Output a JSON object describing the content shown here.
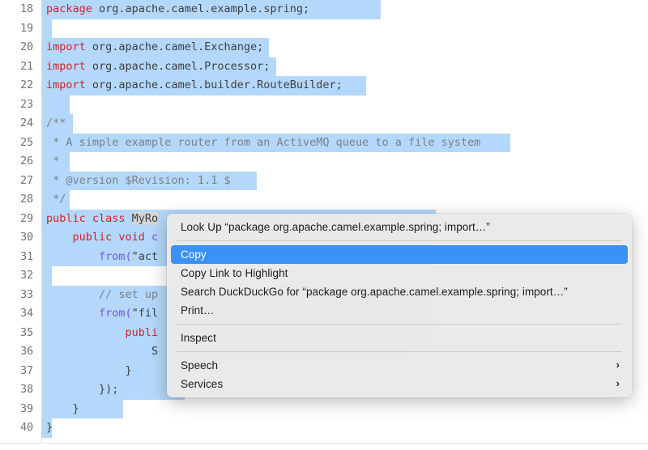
{
  "editor": {
    "name": "code-viewer",
    "language": "java",
    "first_line_number": 18,
    "colors": {
      "selection": "#b4d8fb",
      "keyword": "#d2222a",
      "identifier": "#3c3f43",
      "comment": "#7a7f85",
      "function": "#7c4dff",
      "link_highlight_bg": "#d6d6d6",
      "gutter_text": "#6f7479",
      "background": "#ffffff"
    },
    "lines": [
      {
        "number": "18",
        "sel_width": 418,
        "tokens": [
          {
            "t": "package ",
            "c": "kw"
          },
          {
            "t": "org.apache.camel.example.spring;",
            "c": "id"
          }
        ]
      },
      {
        "number": "19",
        "sel_width": 12,
        "tokens": []
      },
      {
        "number": "20",
        "sel_width": 280,
        "tokens": [
          {
            "t": "import ",
            "c": "kw"
          },
          {
            "t": "org.apache.camel.Exchange;",
            "c": "id"
          }
        ]
      },
      {
        "number": "21",
        "sel_width": 289,
        "tokens": [
          {
            "t": "import ",
            "c": "kw"
          },
          {
            "t": "org.apache.camel.Processor;",
            "c": "id"
          }
        ]
      },
      {
        "number": "22",
        "sel_width": 400,
        "tokens": [
          {
            "t": "import ",
            "c": "kw"
          },
          {
            "t": "org.apache.camel.builder.RouteBuilder;",
            "c": "id"
          }
        ]
      },
      {
        "number": "23",
        "sel_width": 34,
        "tokens": []
      },
      {
        "number": "24",
        "sel_width": 38,
        "tokens": [
          {
            "t": "/**",
            "c": "cmt"
          }
        ]
      },
      {
        "number": "25",
        "sel_width": 578,
        "tokens": [
          {
            "t": " * A simple example router from an ActiveMQ queue to a file system",
            "c": "cmt"
          }
        ]
      },
      {
        "number": "26",
        "sel_width": 34,
        "tokens": [
          {
            "t": " *",
            "c": "cmt"
          }
        ]
      },
      {
        "number": "27",
        "sel_width": 265,
        "tokens": [
          {
            "t": " * @version $Revision: 1.1 $",
            "c": "cmt"
          }
        ]
      },
      {
        "number": "28",
        "sel_width": 34,
        "tokens": [
          {
            "t": " */",
            "c": "cmt"
          }
        ]
      },
      {
        "number": "29",
        "sel_width": 486,
        "tokens": [
          {
            "t": "public class ",
            "c": "kw"
          },
          {
            "t": "MyRo",
            "c": "lnk"
          }
        ]
      },
      {
        "number": "30",
        "sel_width": 486,
        "tokens": [
          {
            "t": "    public void ",
            "c": "kw"
          },
          {
            "t": "c",
            "c": "fn"
          }
        ]
      },
      {
        "number": "31",
        "sel_width": 486,
        "tokens": [
          {
            "t": "        ",
            "c": "id"
          },
          {
            "t": "from(",
            "c": "fn"
          },
          {
            "t": "\"act",
            "c": "id"
          }
        ]
      },
      {
        "number": "32",
        "sel_width": 12,
        "tokens": []
      },
      {
        "number": "33",
        "sel_width": 486,
        "tokens": [
          {
            "t": "        // set up",
            "c": "cmt"
          }
        ]
      },
      {
        "number": "34",
        "sel_width": 486,
        "tokens": [
          {
            "t": "        ",
            "c": "id"
          },
          {
            "t": "from(",
            "c": "fn"
          },
          {
            "t": "\"fil",
            "c": "id"
          }
        ]
      },
      {
        "number": "35",
        "sel_width": 486,
        "tokens": [
          {
            "t": "            ",
            "c": "id"
          },
          {
            "t": "publi",
            "c": "kw"
          }
        ]
      },
      {
        "number": "36",
        "sel_width": 450,
        "tokens": [
          {
            "t": "                S",
            "c": "id"
          }
        ]
      },
      {
        "number": "37",
        "sel_width": 210,
        "tokens": [
          {
            "t": "            }",
            "c": "pn"
          }
        ]
      },
      {
        "number": "38",
        "sel_width": 176,
        "tokens": [
          {
            "t": "        });",
            "c": "pn"
          }
        ]
      },
      {
        "number": "39",
        "sel_width": 100,
        "tokens": [
          {
            "t": "    }",
            "c": "pn"
          }
        ]
      },
      {
        "number": "40",
        "sel_width": 12,
        "tokens": [
          {
            "t": "}",
            "c": "pn"
          }
        ]
      }
    ]
  },
  "context_menu": {
    "name": "text-selection-context-menu",
    "highlight_color": "#3a91f7",
    "background_color": "#e9e9e9",
    "items": [
      {
        "id": "look-up",
        "label": "Look Up “package org.apache.camel.example.spring;  import…”",
        "selected": false,
        "submenu": false,
        "separator_after": true
      },
      {
        "id": "copy",
        "label": "Copy",
        "selected": true,
        "submenu": false,
        "separator_after": false
      },
      {
        "id": "copy-link-to-highlight",
        "label": "Copy Link to Highlight",
        "selected": false,
        "submenu": false,
        "separator_after": false
      },
      {
        "id": "search-duckduckgo",
        "label": "Search DuckDuckGo for “package org.apache.camel.example.spring;  import…”",
        "selected": false,
        "submenu": false,
        "separator_after": false
      },
      {
        "id": "print",
        "label": "Print…",
        "selected": false,
        "submenu": false,
        "separator_after": true
      },
      {
        "id": "inspect",
        "label": "Inspect",
        "selected": false,
        "submenu": false,
        "separator_after": true
      },
      {
        "id": "speech",
        "label": "Speech",
        "selected": false,
        "submenu": true,
        "separator_after": false
      },
      {
        "id": "services",
        "label": "Services",
        "selected": false,
        "submenu": true,
        "separator_after": false
      }
    ],
    "submenu_chevron": "›"
  }
}
